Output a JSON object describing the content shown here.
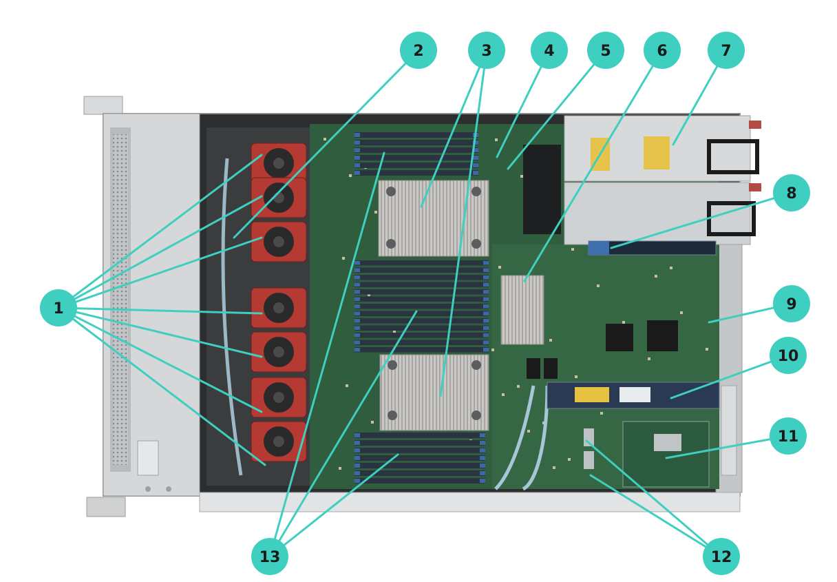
{
  "colors": {
    "callout": "#3fcfc0",
    "leader": "#3fcfc0",
    "chassis": "#c9ccce",
    "board": "#2f5d3e",
    "fan": "#b43a33",
    "heatsink": "#bdbcb8",
    "dimm": "#2a3340",
    "dimm_slot": "#3c68a8"
  },
  "callouts": [
    {
      "id": "c1",
      "label": "1"
    },
    {
      "id": "c2",
      "label": "2"
    },
    {
      "id": "c3",
      "label": "3"
    },
    {
      "id": "c4",
      "label": "4"
    },
    {
      "id": "c5",
      "label": "5"
    },
    {
      "id": "c6",
      "label": "6"
    },
    {
      "id": "c7",
      "label": "7"
    },
    {
      "id": "c8",
      "label": "8"
    },
    {
      "id": "c9",
      "label": "9"
    },
    {
      "id": "c10",
      "label": "10"
    },
    {
      "id": "c11",
      "label": "11"
    },
    {
      "id": "c12",
      "label": "12"
    },
    {
      "id": "c13",
      "label": "13"
    }
  ]
}
